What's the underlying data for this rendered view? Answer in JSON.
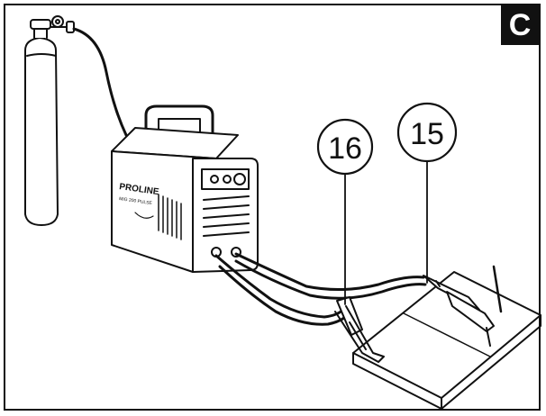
{
  "panel": {
    "label": "C"
  },
  "callouts": [
    {
      "id": "ground-clamp",
      "number": "16"
    },
    {
      "id": "tig-torch",
      "number": "15"
    }
  ],
  "machine": {
    "brand": "PROLINE",
    "model": "MIG 200 PULSE"
  },
  "colors": {
    "line": "#111111",
    "background": "#ffffff",
    "label_bg": "#111111",
    "label_fg": "#ffffff"
  }
}
